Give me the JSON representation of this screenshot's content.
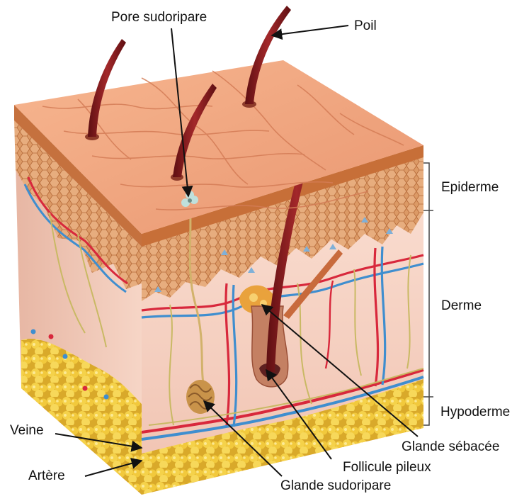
{
  "labels": {
    "pore": "Pore sudoripare",
    "poil": "Poil",
    "epiderme": "Epiderme",
    "derme": "Derme",
    "hypoderme": "Hypoderme",
    "veine": "Veine",
    "artere": "Artère",
    "glande_sebacee": "Glande sébacée",
    "follicule": "Follicule pileux",
    "glande_sudoripare": "Glande sudoripare"
  },
  "colors": {
    "surface": "#f2a47e",
    "epidermis": "#d9863f",
    "dermis": "#f6d3c4",
    "fat": "#f1cd3c",
    "artery": "#d8283c",
    "vein": "#3f8ecf",
    "nerve": "#c9b964",
    "hair": "#8a1d1d"
  }
}
